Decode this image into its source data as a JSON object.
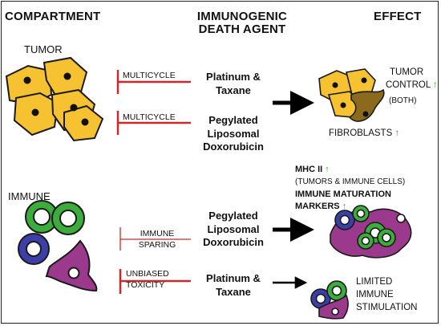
{
  "headers": {
    "compartment": "COMPARTMENT",
    "agent_line1": "IMMUNOGENIC",
    "agent_line2": "DEATH AGENT",
    "effect": "EFFECT"
  },
  "tumor": {
    "label": "TUMOR",
    "rows": [
      {
        "inhibitor_label": "MULTICYCLE",
        "agent": [
          "Platinum &",
          "Taxane"
        ]
      },
      {
        "inhibitor_label": "MULTICYCLE",
        "agent": [
          "Pegylated",
          "Liposomal",
          "Doxorubicin"
        ]
      }
    ],
    "effect": {
      "line1": "TUMOR",
      "line2": "CONTROL",
      "line3": "(BOTH)",
      "fibroblasts": "FIBROBLASTS"
    }
  },
  "immune": {
    "label": "IMMUNE",
    "rows": [
      {
        "inhibitor_label": [
          "IMMUNE",
          "SPARING"
        ],
        "agent": [
          "Pegylated",
          "Liposomal",
          "Doxorubicin"
        ]
      },
      {
        "inhibitor_label": [
          "UNBIASED",
          "TOXICITY"
        ],
        "agent": [
          "Platinum &",
          "Taxane"
        ]
      }
    ],
    "effect_top": {
      "mhc": "MHC II",
      "mhc_note": "(TUMORS & IMMUNE CELLS)",
      "maturation1": "IMMUNE MATURATION",
      "maturation2": "MARKERS"
    },
    "effect_bottom": [
      "LIMITED",
      "IMMUNE",
      "STIMULATION"
    ]
  },
  "symbols": {
    "up_arrow": "↑"
  },
  "colors": {
    "inhibitor_red": "#cc2a2a",
    "tumor_cell": "#f6c232",
    "fibroblast": "#8b6a1e",
    "immune_green": "#3cad3c",
    "immune_blue": "#3d3fa8",
    "immune_purple": "#9b3a8d",
    "up_green": "#3aaa35"
  }
}
